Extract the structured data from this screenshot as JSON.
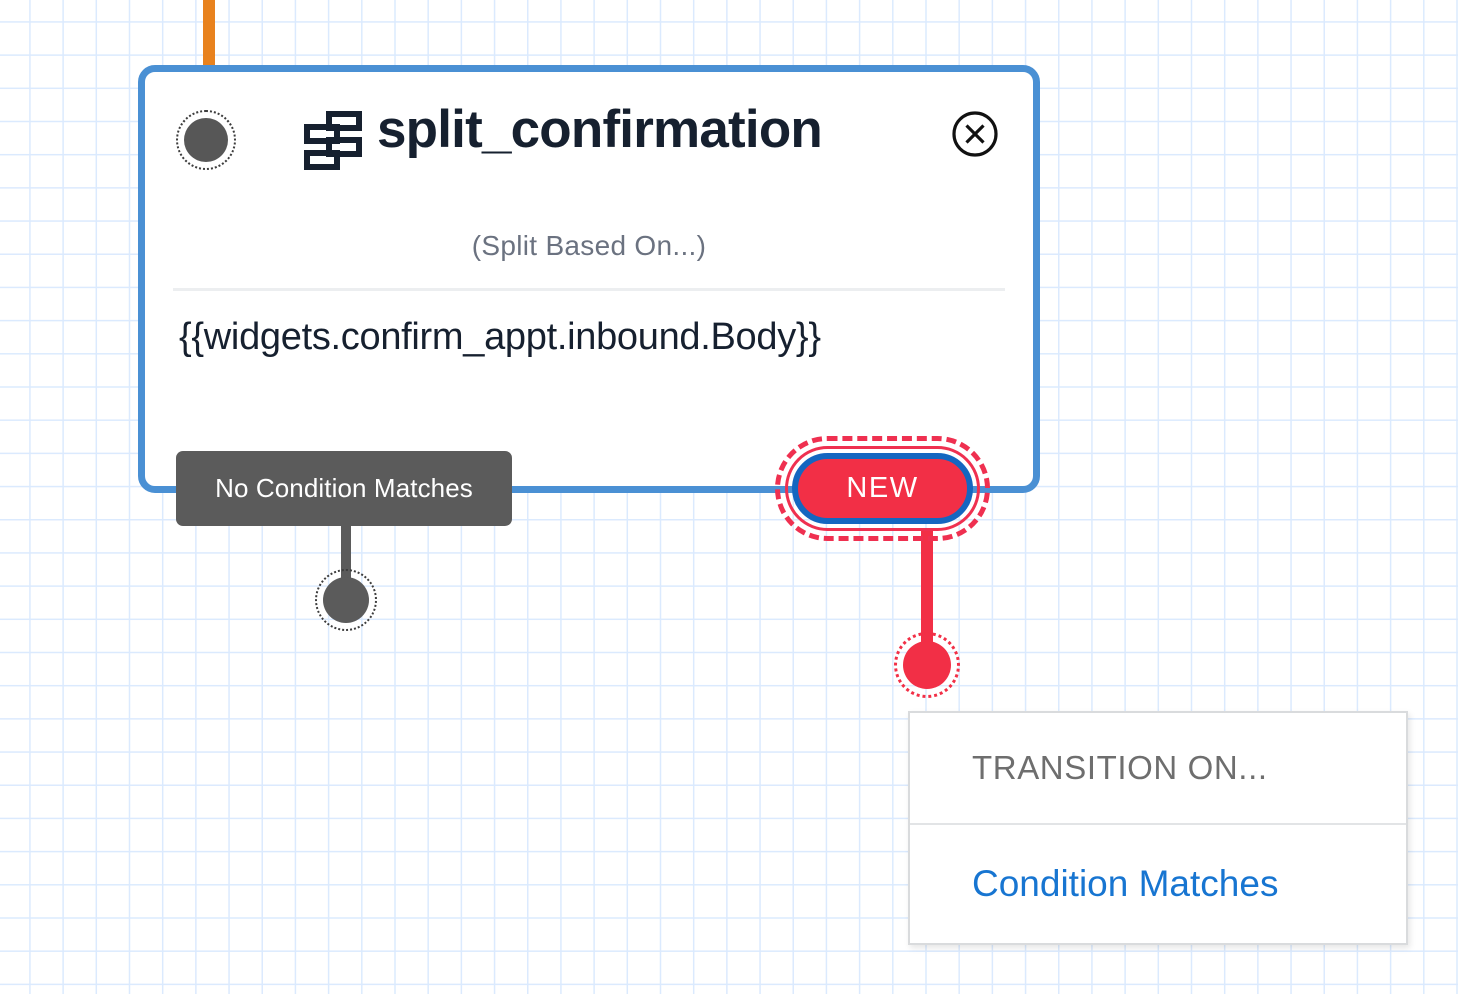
{
  "canvas": {
    "grid_color": "#dbeafe",
    "background": "#ffffff"
  },
  "node": {
    "title": "split_confirmation",
    "subtitle": "(Split Based On...)",
    "expression": "{{widgets.confirm_appt.inbound.Body}}",
    "icon": "split-icon",
    "border_color": "#4a90d4",
    "close_label": "×"
  },
  "transitions": [
    {
      "label": "No Condition Matches",
      "color": "#5b5b5b",
      "state": "default"
    },
    {
      "label": "NEW",
      "color": "#f22f46",
      "ring_color": "#1466c0",
      "state": "selected"
    }
  ],
  "menu": {
    "header": "TRANSITION ON...",
    "items": [
      {
        "label": "Condition Matches",
        "color": "#1775d1"
      }
    ]
  },
  "connectors": {
    "incoming_color": "#e8821e",
    "no_match_color": "#5b5b5b",
    "new_color": "#f22f46"
  }
}
